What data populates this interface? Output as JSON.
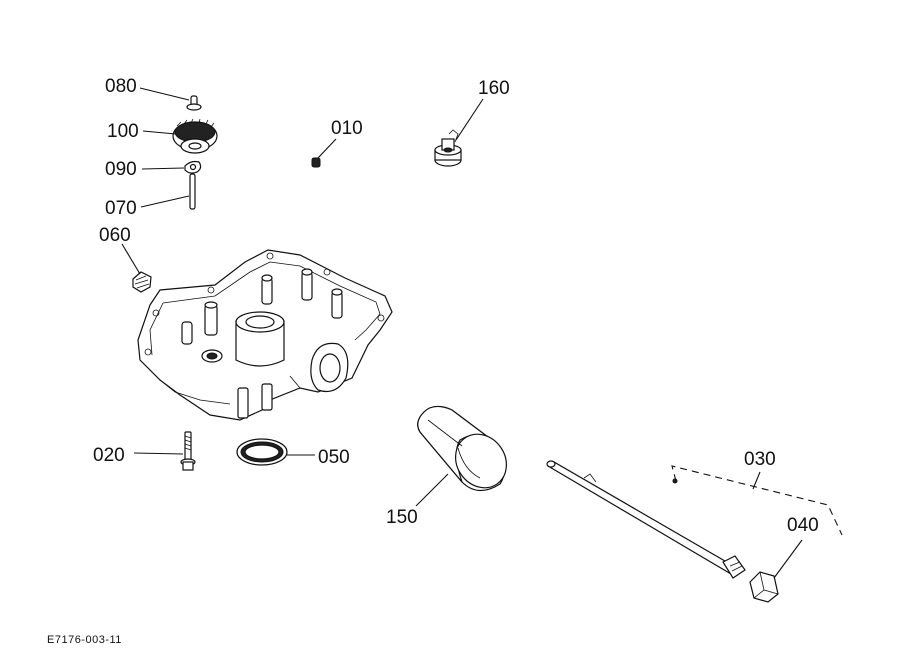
{
  "diagram": {
    "labels": {
      "p080": "080",
      "p100": "100",
      "p090": "090",
      "p070": "070",
      "p060": "060",
      "p010": "010",
      "p160": "160",
      "p020": "020",
      "p050": "050",
      "p150": "150",
      "p030": "030",
      "p040": "040"
    },
    "figure_code": "E7176-003-11"
  }
}
